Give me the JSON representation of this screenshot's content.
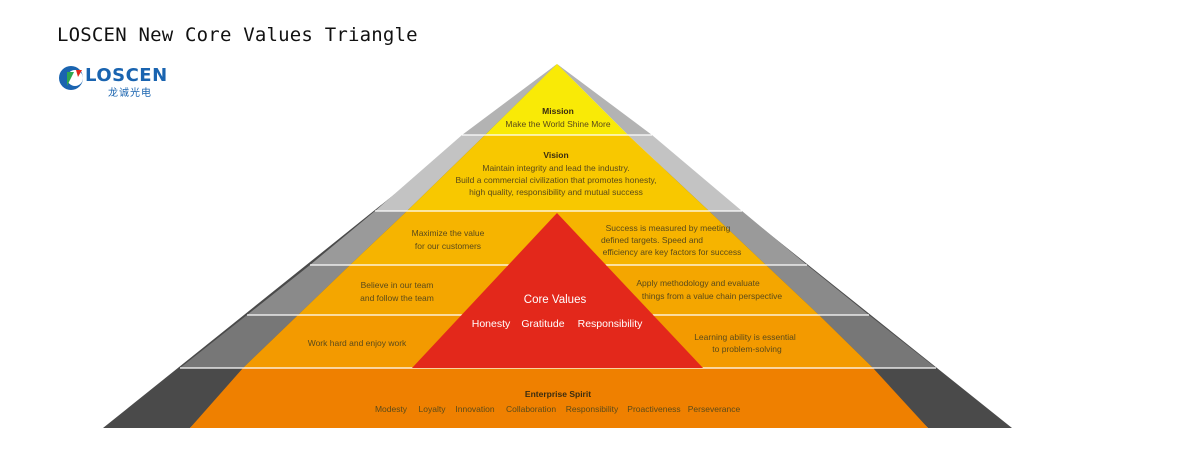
{
  "title": "LOSCEN New Core Values Triangle",
  "logo": {
    "name": "LOSCEN",
    "subtitle": "龙诚光电"
  },
  "mission": {
    "heading": "Mission",
    "text": "Make the World Shine More"
  },
  "vision": {
    "heading": "Vision",
    "lines": [
      "Maintain integrity and lead the industry.",
      "Build a commercial civilization that promotes honesty,",
      "high quality, responsibility and mutual success"
    ]
  },
  "left_values": [
    {
      "lines": [
        "Maximize the value",
        "for our customers"
      ]
    },
    {
      "lines": [
        "Believe in our team",
        "and follow the team"
      ]
    },
    {
      "lines": [
        "Work hard and enjoy work"
      ]
    }
  ],
  "right_values": [
    {
      "lines": [
        "Success is measured by meeting",
        "defined targets. Speed and",
        "efficiency are key factors for success"
      ]
    },
    {
      "lines": [
        "Apply methodology and evaluate",
        "things from a value chain perspective"
      ]
    },
    {
      "lines": [
        "Learning ability is essential",
        "to problem-solving"
      ]
    }
  ],
  "core_values": {
    "heading": "Core Values",
    "items": [
      "Honesty",
      "Gratitude",
      "Responsibility"
    ]
  },
  "enterprise_spirit": {
    "heading": "Enterprise Spirit",
    "items": [
      "Modesty",
      "Loyalty",
      "Innovation",
      "Collaboration",
      "Responsibility",
      "Proactiveness",
      "Perseverance"
    ]
  },
  "colors": {
    "mission": "#f9ea06",
    "vision": "#f8c800",
    "row1": "#f6b400",
    "row2": "#f4a600",
    "row3": "#f39a00",
    "base": "#ef8000",
    "core": "#e3281b",
    "side_light": "#b3b3b3",
    "side_dark": "#4a4a4a"
  }
}
